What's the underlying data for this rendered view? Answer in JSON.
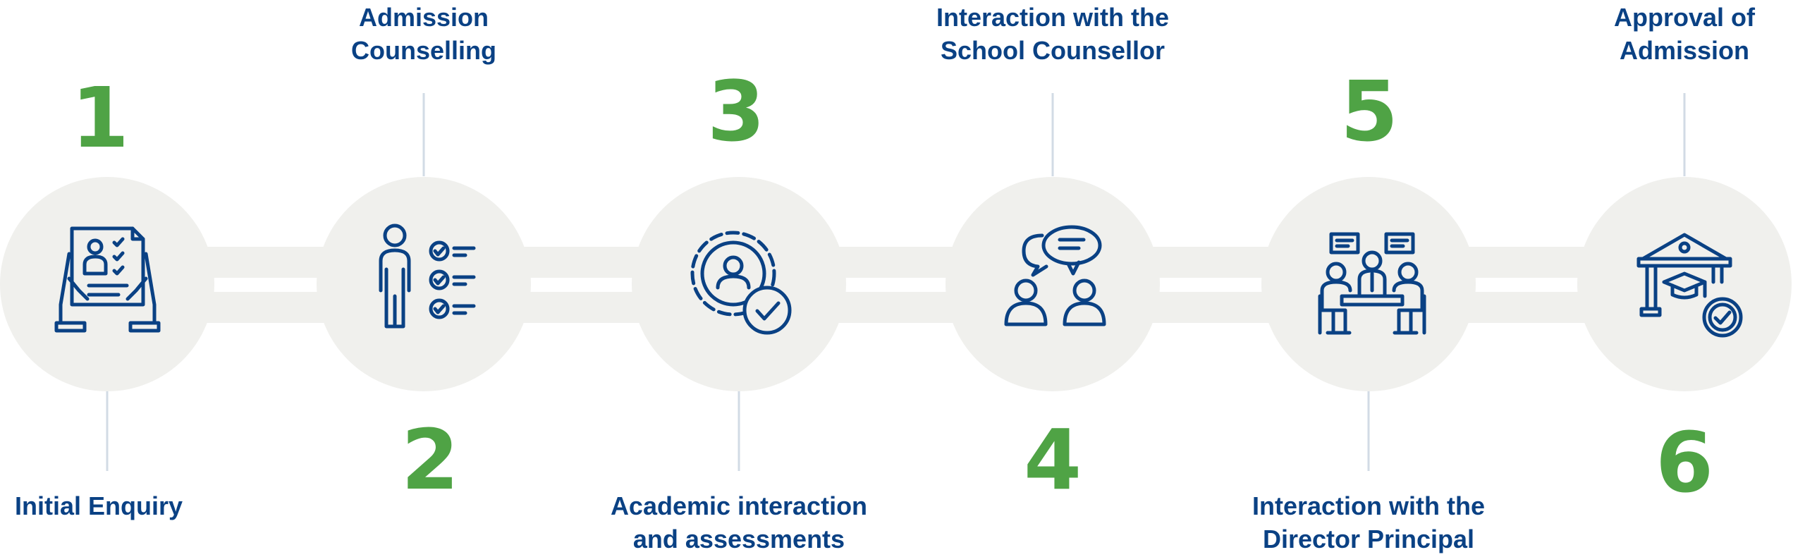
{
  "colors": {
    "accent_green": "#4fa345",
    "brand_navy": "#0a4184",
    "circle_fill": "#f0f0ed",
    "connector_line": "#d2dbe5"
  },
  "steps": [
    {
      "number": "1",
      "label_lines": [
        "Initial Enquiry"
      ],
      "icon": "document-form-hands-icon"
    },
    {
      "number": "2",
      "label_lines": [
        "Admission",
        "Counselling"
      ],
      "icon": "person-checklist-icon"
    },
    {
      "number": "3",
      "label_lines": [
        "Academic interaction",
        "and assessments"
      ],
      "icon": "gear-person-check-icon"
    },
    {
      "number": "4",
      "label_lines": [
        "Interaction with the",
        "School Counsellor"
      ],
      "icon": "people-conversation-icon"
    },
    {
      "number": "5",
      "label_lines": [
        "Interaction with the",
        "Director Principal"
      ],
      "icon": "meeting-table-icon"
    },
    {
      "number": "6",
      "label_lines": [
        "Approval of",
        "Admission"
      ],
      "icon": "school-building-check-icon"
    }
  ]
}
